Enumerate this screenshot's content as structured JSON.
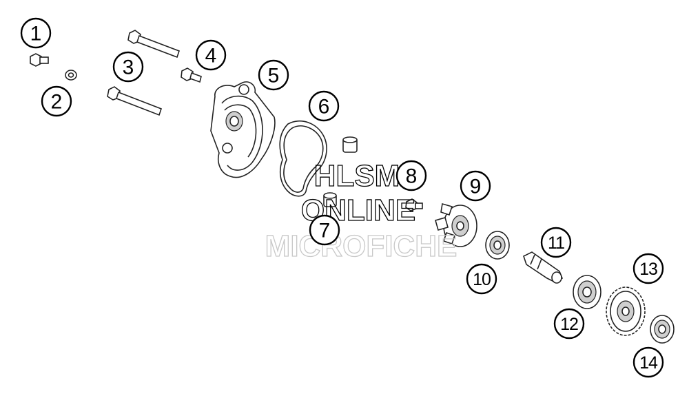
{
  "callouts": [
    "1",
    "2",
    "3",
    "4",
    "5",
    "6",
    "7",
    "8",
    "9",
    "10",
    "11",
    "12",
    "13",
    "14"
  ],
  "watermark": {
    "line1": "HLSM",
    "line2": "ONLINE",
    "line3": "MICROFICHE"
  }
}
